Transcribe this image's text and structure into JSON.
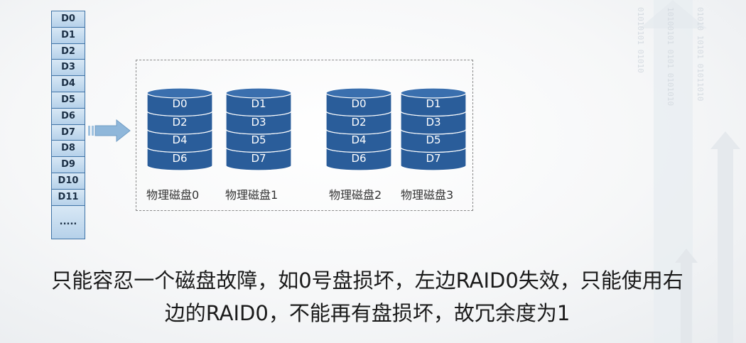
{
  "blocks": [
    "D0",
    "D1",
    "D2",
    "D3",
    "D4",
    "D5",
    "D6",
    "D7",
    "D8",
    "D9",
    "D10",
    "D11",
    "....."
  ],
  "disks": [
    {
      "caption": "物理磁盘0",
      "labels": [
        "D0",
        "D2",
        "D4",
        "D6"
      ]
    },
    {
      "caption": "物理磁盘1",
      "labels": [
        "D1",
        "D3",
        "D5",
        "D7"
      ]
    },
    {
      "caption": "物理磁盘2",
      "labels": [
        "D0",
        "D2",
        "D4",
        "D6"
      ]
    },
    {
      "caption": "物理磁盘3",
      "labels": [
        "D1",
        "D3",
        "D5",
        "D7"
      ]
    }
  ],
  "caption": {
    "line1": "只能容忍一个磁盘故障，如0号盘损坏，左边RAID0失效，只能使用右",
    "line2": "边的RAID0，不能再有盘损坏，故冗余度为1"
  },
  "colors": {
    "disk_fill": "#2a5d9a",
    "disk_top": "#3a6fae",
    "block_border": "#3f73a6",
    "arrow": "#8fb7da"
  }
}
